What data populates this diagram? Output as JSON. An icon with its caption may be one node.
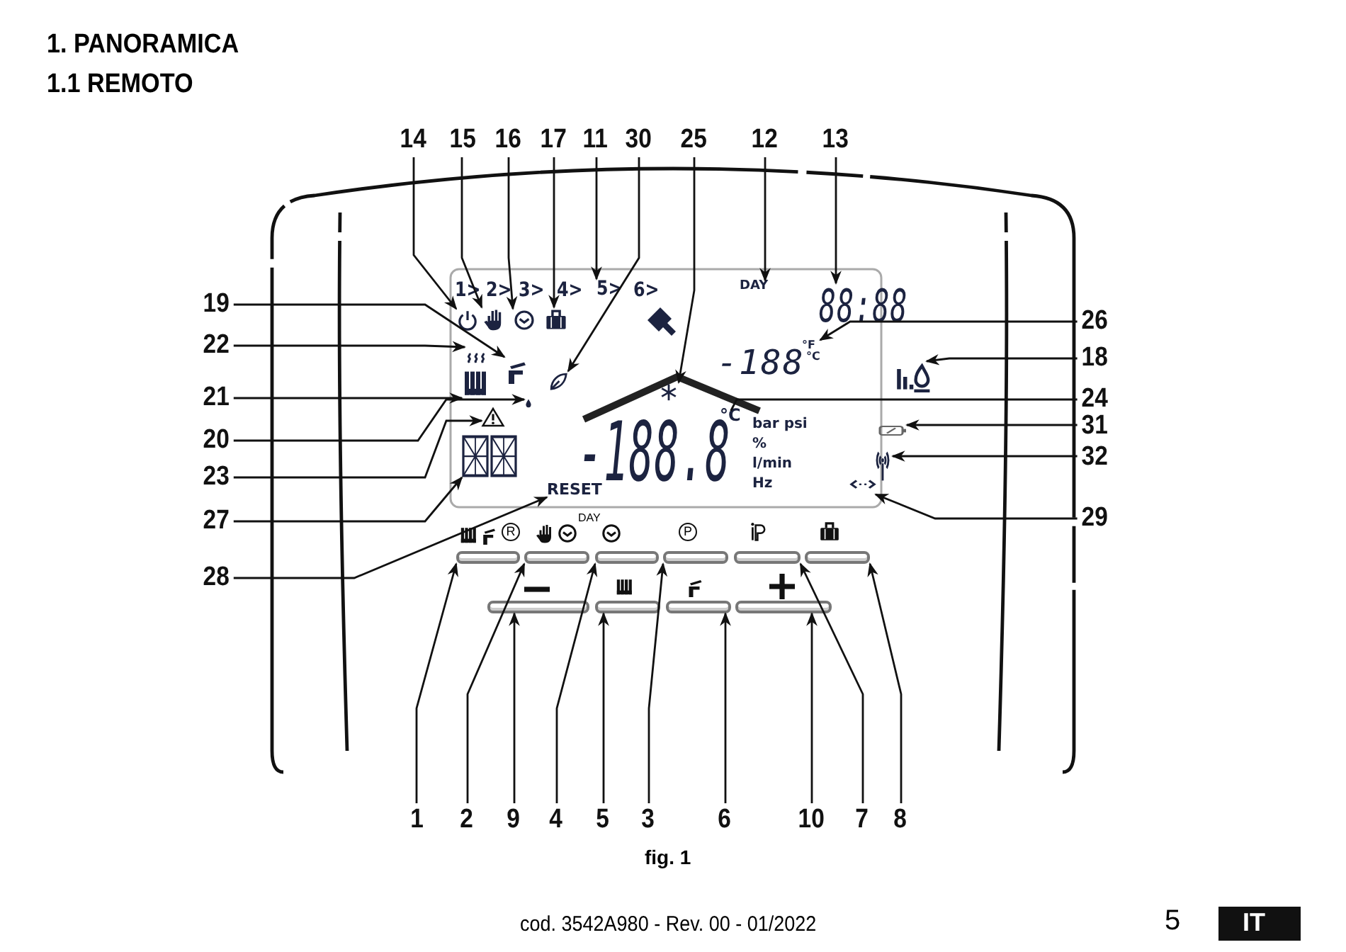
{
  "diagram": {
    "title": "1. PANORAMICA",
    "caption": "fig. 1",
    "nodes": [
      {
        "text": [
          "14"
        ]
      },
      {
        "text": [
          "15"
        ]
      },
      {
        "text": [
          "16"
        ]
      },
      {
        "text": [
          "17"
        ]
      },
      {
        "text": [
          "11"
        ]
      },
      {
        "text": [
          "30"
        ]
      },
      {
        "text": [
          "25"
        ]
      },
      {
        "text": [
          "12"
        ]
      },
      {
        "text": [
          "13"
        ]
      },
      {
        "text": [
          "19"
        ]
      },
      {
        "text": [
          "22"
        ]
      },
      {
        "text": [
          "26"
        ]
      },
      {
        "text": [
          "21"
        ]
      },
      {
        "text": [
          "18"
        ]
      },
      {
        "text": [
          "20"
        ]
      },
      {
        "text": [
          "24"
        ]
      },
      {
        "text": [
          "31"
        ]
      },
      {
        "text": [
          "23"
        ]
      },
      {
        "text": [
          "32"
        ]
      },
      {
        "text": [
          "27"
        ]
      },
      {
        "text": [
          "29"
        ]
      },
      {
        "text": [
          "28"
        ]
      },
      {
        "text": [
          "1"
        ]
      },
      {
        "text": [
          "2"
        ]
      },
      {
        "text": [
          "9"
        ]
      },
      {
        "text": [
          "4"
        ]
      },
      {
        "text": [
          "5"
        ]
      },
      {
        "text": [
          "3"
        ]
      },
      {
        "text": [
          "6"
        ]
      },
      {
        "text": [
          "10"
        ]
      },
      {
        "text": [
          "7"
        ]
      },
      {
        "text": [
          "8"
        ]
      },
      {
        "text": [],
        "shape": "icon"
      },
      {
        "text": [],
        "shape": "icon"
      },
      {
        "text": [],
        "shape": "icon"
      },
      {
        "text": [],
        "shape": "icon"
      },
      {
        "text": [
          "5>"
        ]
      },
      {
        "text": [],
        "shape": "icon"
      },
      {
        "text": [],
        "shape": "icon"
      },
      {
        "text": [
          "DAY"
        ]
      },
      {
        "text": [
          "88:88"
        ]
      },
      {
        "text": [],
        "shape": "icon"
      },
      {
        "text": [],
        "shape": "icon"
      },
      {
        "text": [
          "°F",
          "°C"
        ]
      },
      {
        "text": [],
        "shape": "icon"
      },
      {
        "text": [],
        "shape": "icon"
      },
      {
        "text": [],
        "shape": "icon"
      },
      {
        "text": [
          "-188.8"
        ]
      },
      {
        "text": [],
        "shape": "icon"
      },
      {
        "text": [],
        "shape": "icon"
      },
      {
        "text": [],
        "shape": "icon"
      },
      {
        "text": [],
        "shape": "icon"
      },
      {
        "text": [],
        "shape": "icon"
      },
      {
        "text": [
          "RESET"
        ]
      },
      {
        "text": [],
        "shape": "bar"
      },
      {
        "text": [],
        "shape": "bar"
      },
      {
        "text": [],
        "shape": "bar"
      },
      {
        "text": [],
        "shape": "bar"
      },
      {
        "text": [],
        "shape": "bar"
      },
      {
        "text": [],
        "shape": "bar"
      },
      {
        "text": [],
        "shape": "bar"
      },
      {
        "text": [],
        "shape": "bar"
      },
      {
        "text": [],
        "shape": "bar"
      },
      {
        "text": [],
        "shape": "bar"
      }
    ],
    "edges": [
      {
        "from": 0,
        "to": 32,
        "arrow": "to"
      },
      {
        "from": 1,
        "to": 33,
        "arrow": "to"
      },
      {
        "from": 2,
        "to": 34,
        "arrow": "to"
      },
      {
        "from": 3,
        "to": 35,
        "arrow": "to"
      },
      {
        "from": 4,
        "to": 36,
        "arrow": "to"
      },
      {
        "from": 5,
        "to": 37,
        "arrow": "to"
      },
      {
        "from": 6,
        "to": 38,
        "arrow": "to"
      },
      {
        "from": 7,
        "to": 39,
        "arrow": "to"
      },
      {
        "from": 8,
        "to": 40,
        "arrow": "to"
      },
      {
        "from": 9,
        "to": 41,
        "arrow": "to"
      },
      {
        "from": 10,
        "to": 42,
        "arrow": "to"
      },
      {
        "from": 11,
        "to": 43,
        "arrow": "to"
      },
      {
        "from": 12,
        "to": 44,
        "arrow": "to"
      },
      {
        "from": 13,
        "to": 45,
        "arrow": "to"
      },
      {
        "from": 14,
        "to": 46,
        "arrow": "to"
      },
      {
        "from": 15,
        "to": 47,
        "arrow": "none"
      },
      {
        "from": 16,
        "to": 48,
        "arrow": "to"
      },
      {
        "from": 17,
        "to": 49,
        "arrow": "to"
      },
      {
        "from": 18,
        "to": 50,
        "arrow": "to"
      },
      {
        "from": 19,
        "to": 51,
        "arrow": "to"
      },
      {
        "from": 20,
        "to": 52,
        "arrow": "to"
      },
      {
        "from": 21,
        "to": 53,
        "arrow": "to"
      },
      {
        "from": 22,
        "to": 54,
        "arrow": "to"
      },
      {
        "from": 23,
        "to": 55,
        "arrow": "to"
      },
      {
        "from": 24,
        "to": 56,
        "arrow": "to"
      },
      {
        "from": 25,
        "to": 57,
        "arrow": "to"
      },
      {
        "from": 26,
        "to": 58,
        "arrow": "to"
      },
      {
        "from": 27,
        "to": 59,
        "arrow": "to"
      },
      {
        "from": 28,
        "to": 60,
        "arrow": "to"
      },
      {
        "from": 29,
        "to": 61,
        "arrow": "to"
      },
      {
        "from": 30,
        "to": 62,
        "arrow": "to"
      },
      {
        "from": 31,
        "to": 63,
        "arrow": "to"
      }
    ],
    "labels": [
      "1.1 REMOTO",
      "1>",
      "2>",
      "3>",
      "4>",
      "6>",
      "-188",
      "°C",
      "bar psi",
      "%",
      "l/min",
      "Hz",
      "R",
      "DAY",
      "P",
      "cod. 3542A980 - Rev. 00 - 01/2022",
      "5",
      "IT"
    ]
  }
}
